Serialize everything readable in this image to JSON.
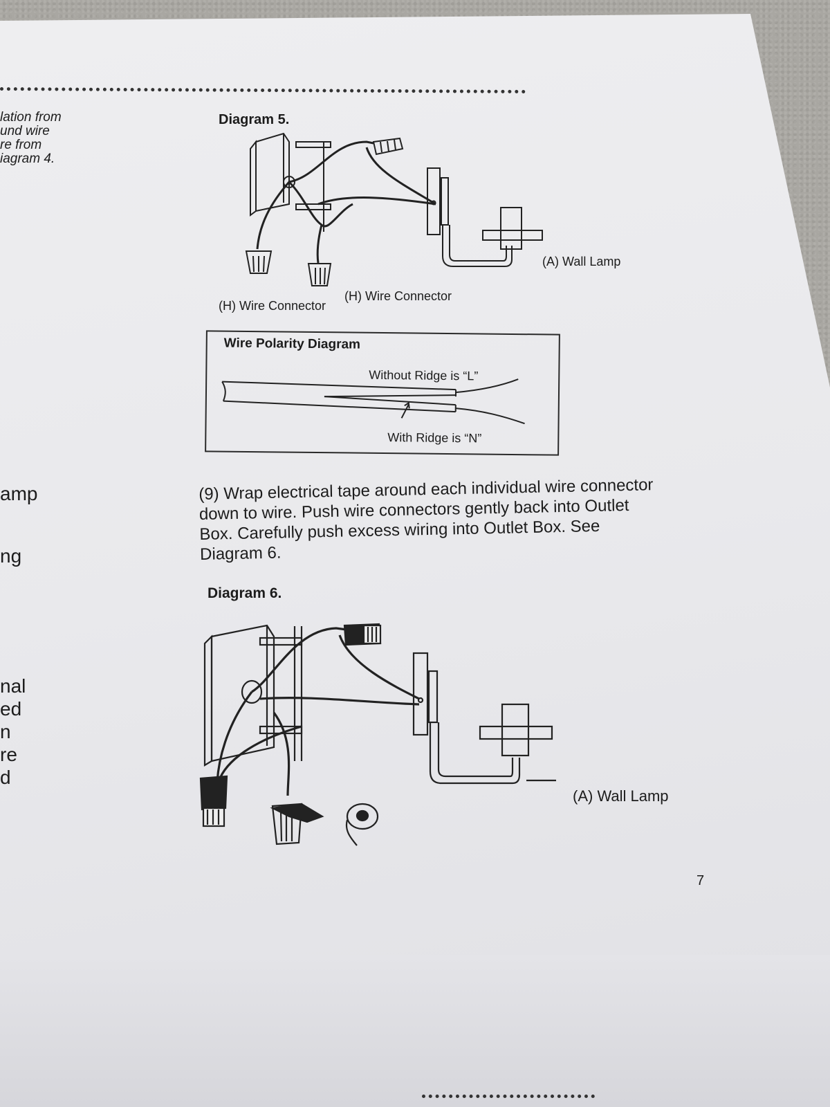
{
  "left_column": {
    "lines": [
      "lation from",
      "und wire",
      "re from",
      "iagram 4."
    ],
    "frag_amp": "amp",
    "frag_ng": "ng",
    "frag_lines": [
      "nal",
      "ed",
      "n",
      "re",
      "d"
    ]
  },
  "diagram5": {
    "title": "Diagram 5.",
    "wall_lamp": "(A) Wall Lamp",
    "connector_left": "(H)  Wire Connector",
    "connector_right": "(H)  Wire Connector"
  },
  "polarity": {
    "title": "Wire Polarity Diagram",
    "without_ridge": "Without Ridge is “L”",
    "with_ridge": "With Ridge is “N”"
  },
  "step9": {
    "text": "(9) Wrap electrical tape around each individual wire connector down to wire. Push wire connectors gently back into Outlet Box. Carefully push excess wiring into Outlet Box. See Diagram 6."
  },
  "diagram6": {
    "title": "Diagram 6.",
    "wall_lamp": "(A) Wall Lamp"
  },
  "page_number": "7"
}
